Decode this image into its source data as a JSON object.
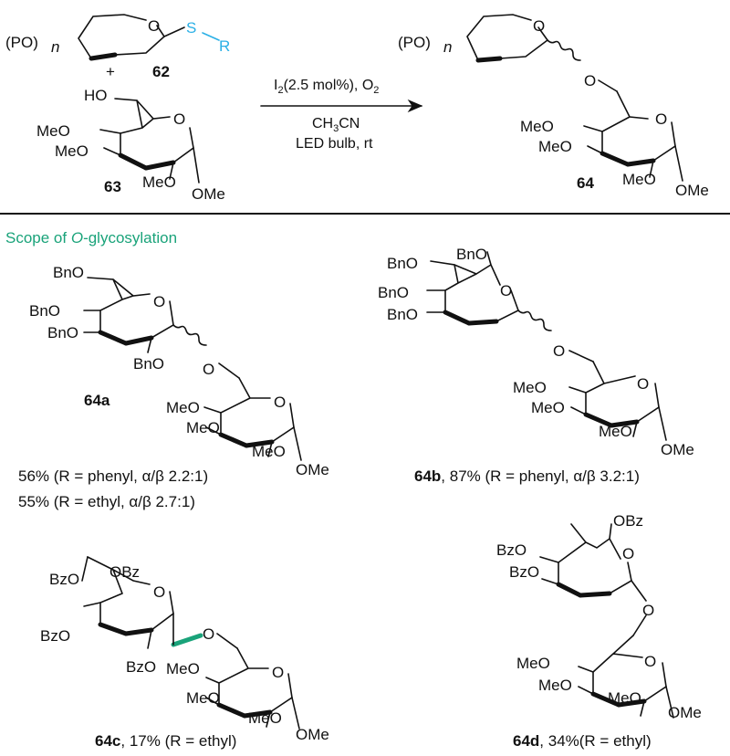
{
  "reaction": {
    "reactant1": {
      "label": "62",
      "protecting": "(PO)",
      "subscript": "n",
      "ring_o": "O",
      "s_atom": "S",
      "r_group": "R"
    },
    "plus": "+",
    "reactant2": {
      "label": "63",
      "ho": "HO",
      "ring_o": "O",
      "meo1": "MeO",
      "meo2": "MeO",
      "meo3": "MeO",
      "ome": "OMe"
    },
    "conditions": {
      "line1": "I",
      "line1_sub": "2",
      "line1_rest": "(2.5 mol%), O",
      "line1_sub2": "2",
      "line2_a": "CH",
      "line2_sub": "3",
      "line2_b": "CN",
      "line3": "LED bulb, rt"
    },
    "product": {
      "label": "64",
      "protecting": "(PO)",
      "subscript": "n",
      "ring_o": "O",
      "link_o": "O",
      "ring_o2": "O",
      "meo1": "MeO",
      "meo2": "MeO",
      "meo3": "MeO",
      "ome": "OMe"
    }
  },
  "scope_title": {
    "text_before": "Scope of ",
    "italic": "O",
    "text_after": "-glycosylation"
  },
  "compounds": {
    "c64a": {
      "label": "64a",
      "yield1": "56% (R = phenyl, α/β 2.2:1)",
      "yield2": "55% (R = ethyl, α/β 2.7:1)",
      "bno1": "BnO",
      "bno2": "BnO",
      "bno3": "BnO",
      "bno4": "BnO",
      "ring_o": "O",
      "link_o": "O",
      "ring_o2": "O",
      "meo1": "MeO",
      "meo2": "MeO",
      "meo3": "MeO",
      "ome": "OMe"
    },
    "c64b": {
      "label": "64b",
      "caption": ", 87% (R = phenyl, α/β 3.2:1)",
      "bno1": "BnO",
      "bno2": "BnO",
      "bno3": "BnO",
      "bno4": "BnO",
      "ring_o": "O",
      "link_o": "O",
      "ring_o2": "O",
      "meo1": "MeO",
      "meo2": "MeO",
      "meo3": "MeO",
      "ome": "OMe"
    },
    "c64c": {
      "label": "64c",
      "caption": ", 17% (R = ethyl)",
      "obz": "OBz",
      "bzo1": "BzO",
      "bzo2": "BzO",
      "bzo3": "BzO",
      "ring_o": "O",
      "link_o": "O",
      "ring_o2": "O",
      "meo1": "MeO",
      "meo2": "MeO",
      "meo3": "MeO",
      "ome": "OMe"
    },
    "c64d": {
      "label": "64d",
      "caption": ", 34%(R = ethyl)",
      "obz": "OBz",
      "bzo1": "BzO",
      "bzo2": "BzO",
      "ring_o": "O",
      "link_o": "O",
      "ring_o2": "O",
      "meo1": "MeO",
      "meo2": "MeO",
      "meo3": "MeO",
      "ome": "OMe"
    }
  }
}
